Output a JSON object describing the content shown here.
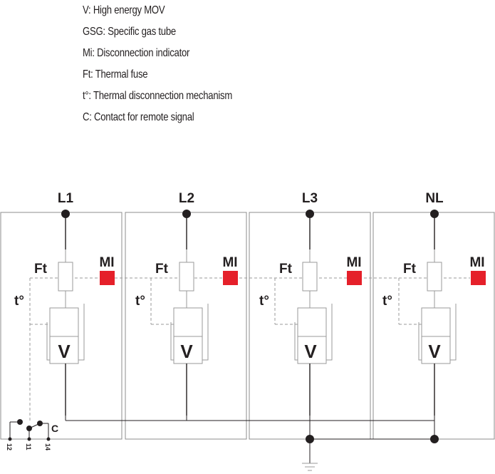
{
  "legend": [
    "V: High energy MOV",
    "GSG: Specific gas tube",
    "Mi: Disconnection indicator",
    "Ft: Thermal fuse",
    "t°: Thermal disconnection mechanism",
    "C: Contact for remote signal"
  ],
  "modules": [
    {
      "terminal": "L1",
      "fuse": "Ft",
      "indicator": "MI",
      "thermal": "t°",
      "mov": "V"
    },
    {
      "terminal": "L2",
      "fuse": "Ft",
      "indicator": "MI",
      "thermal": "t°",
      "mov": "V"
    },
    {
      "terminal": "L3",
      "fuse": "Ft",
      "indicator": "MI",
      "thermal": "t°",
      "mov": "V"
    },
    {
      "terminal": "NL",
      "fuse": "Ft",
      "indicator": "MI",
      "thermal": "t°",
      "mov": "V"
    }
  ],
  "contact": {
    "label": "C",
    "pins": [
      "12",
      "11",
      "14"
    ]
  },
  "colors": {
    "line": "#231f20",
    "indicator": "#e5202a",
    "dashed": "#9a9a9a",
    "box": "#8c8c8c"
  }
}
